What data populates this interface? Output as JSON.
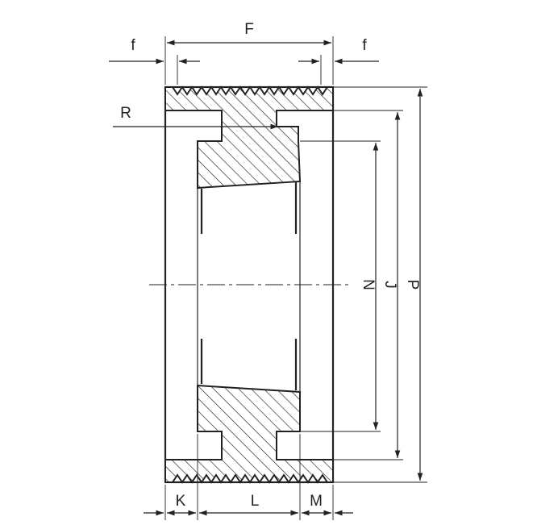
{
  "labels": {
    "F": "F",
    "f_left": "f",
    "f_right": "f",
    "R": "R",
    "N": "N",
    "J": "J",
    "P": "P",
    "K": "K",
    "L": "L",
    "M": "M"
  }
}
